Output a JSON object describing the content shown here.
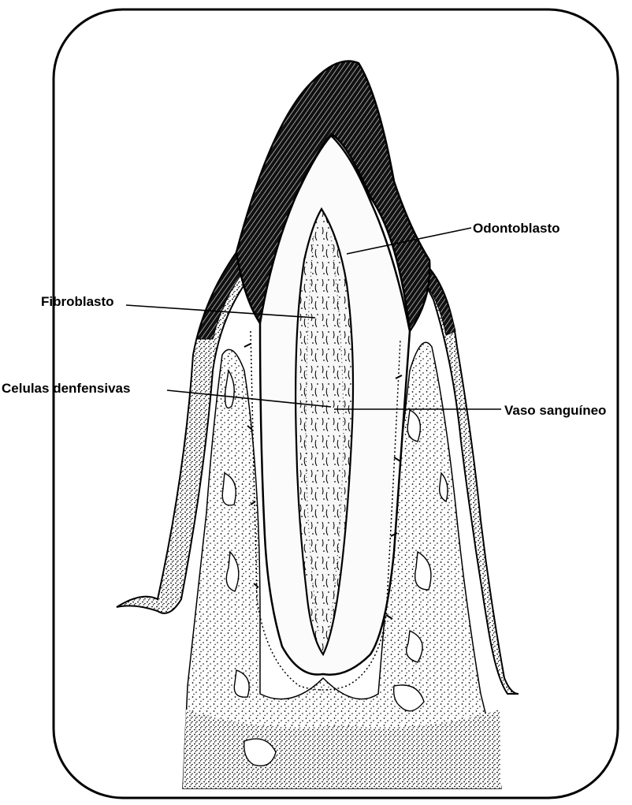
{
  "labels": {
    "odontoblasto": "Odontoblasto",
    "fibroblasto": "Fibroblasto",
    "celulas": "Celulas denfensivas",
    "vaso": "Vaso sanguíneo"
  },
  "colors": {
    "ink": "#000000",
    "enamel": "#111111",
    "background": "#ffffff"
  }
}
